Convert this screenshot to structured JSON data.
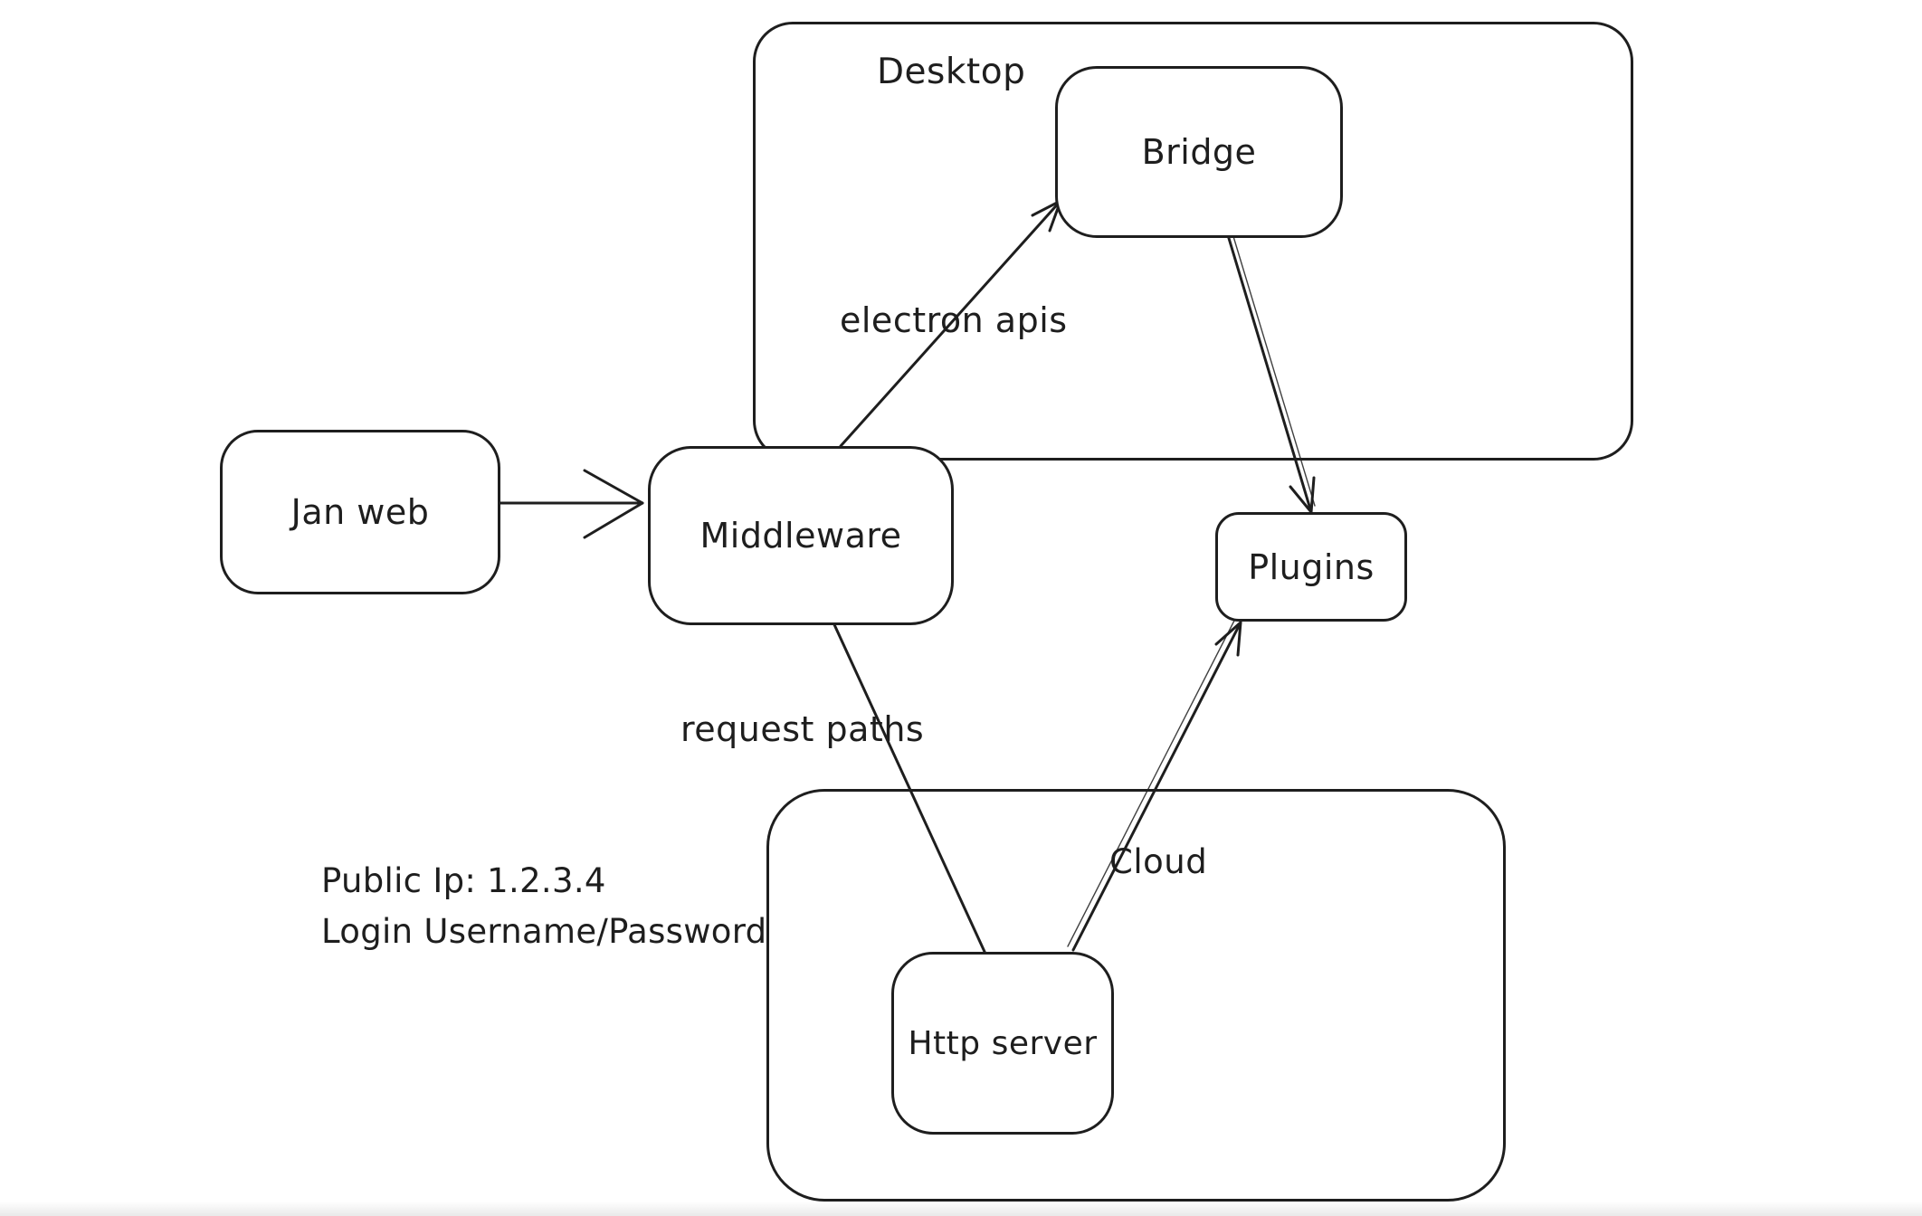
{
  "canvas": {
    "background": "#ffffff",
    "stroke_color": "#1e1e1e"
  },
  "containers": {
    "desktop": {
      "label": "Desktop"
    },
    "cloud": {
      "label": "Cloud"
    }
  },
  "nodes": {
    "jan_web": {
      "label": "Jan web"
    },
    "middleware": {
      "label": "Middleware"
    },
    "bridge": {
      "label": "Bridge"
    },
    "plugins": {
      "label": "Plugins"
    },
    "http_server": {
      "label": "Http server"
    }
  },
  "edges": [
    {
      "from": "Jan web",
      "to": "Middleware",
      "label": "",
      "arrowhead": "end"
    },
    {
      "from": "Middleware",
      "to": "Bridge",
      "label": "electron apis",
      "arrowhead": "end"
    },
    {
      "from": "Bridge",
      "to": "Plugins",
      "label": "",
      "arrowhead": "end"
    },
    {
      "from": "Middleware",
      "to": "Http server",
      "label": "request paths",
      "arrowhead": "none"
    },
    {
      "from": "Http server",
      "to": "Plugins",
      "label": "",
      "arrowhead": "end"
    }
  ],
  "annotations": {
    "public_ip": "Public Ip: 1.2.3.4",
    "login": "Login Username/Password"
  }
}
